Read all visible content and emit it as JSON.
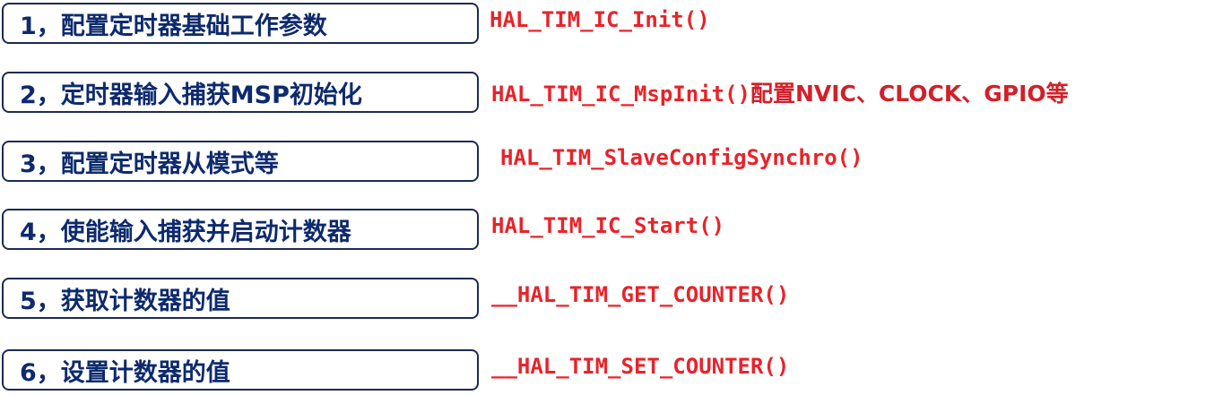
{
  "steps": [
    {
      "label": "1，配置定时器基础工作参数",
      "api": "HAL_TIM_IC_Init()",
      "note": ""
    },
    {
      "label": "2，定时器输入捕获MSP初始化",
      "api": "HAL_TIM_IC_MspInit()",
      "note": "配置NVIC、CLOCK、GPIO等"
    },
    {
      "label": "3，配置定时器从模式等",
      "api": "HAL_TIM_SlaveConfigSynchro()",
      "note": ""
    },
    {
      "label": "4，使能输入捕获并启动计数器",
      "api": "HAL_TIM_IC_Start()",
      "note": ""
    },
    {
      "label": "5，获取计数器的值",
      "api": "__HAL_TIM_GET_COUNTER()",
      "note": ""
    },
    {
      "label": "6，设置计数器的值",
      "api": "__HAL_TIM_SET_COUNTER()",
      "note": ""
    }
  ],
  "colors": {
    "box_border": "#1b2a55",
    "label_text": "#0d2a6e",
    "api_text": "#e8232a"
  }
}
